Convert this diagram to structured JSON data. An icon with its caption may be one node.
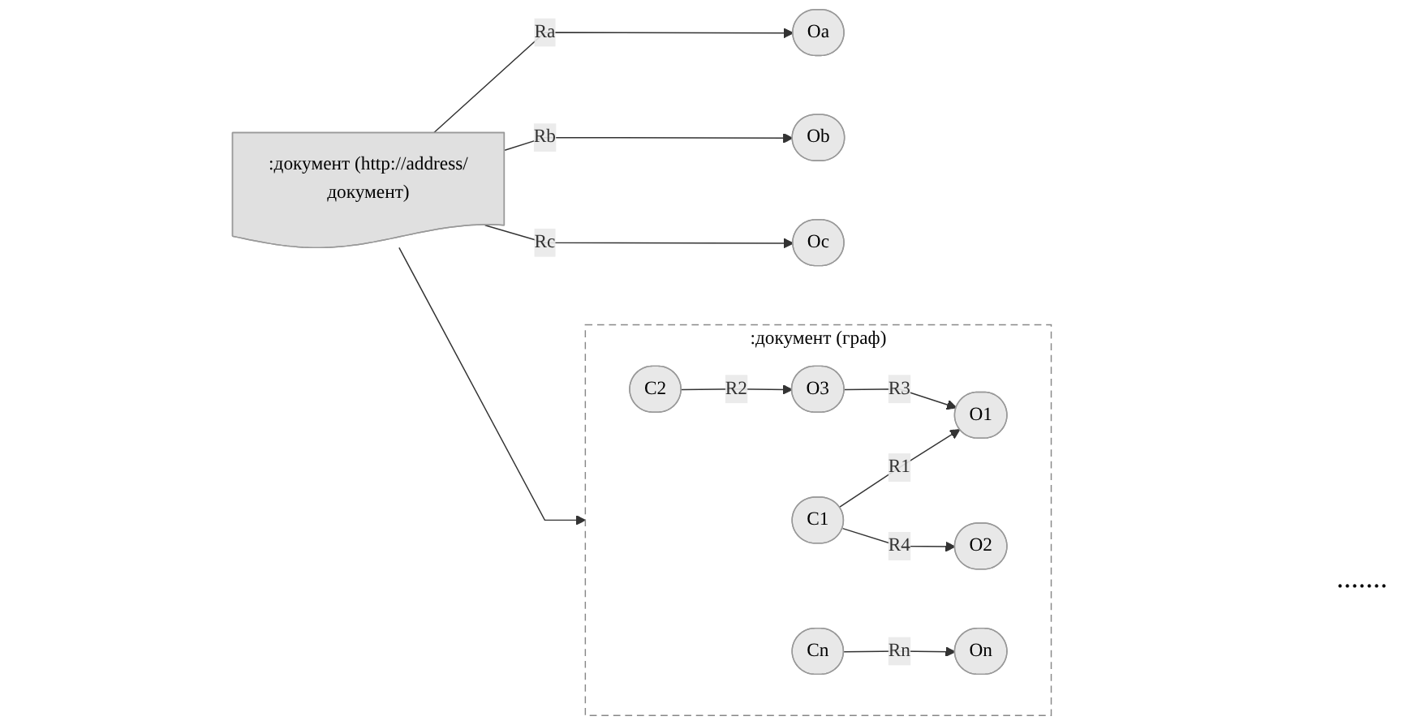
{
  "diagram": {
    "nodes": [
      {
        "text": [
          ":документ (http://address/документ)"
        ]
      },
      {
        "text": [
          ":документ (граф)"
        ]
      },
      {
        "text": [
          "C1"
        ],
        "in": 1
      },
      {
        "text": [
          "O1"
        ],
        "in": 1
      },
      {
        "text": [
          "O3"
        ],
        "in": 1
      },
      {
        "text": [
          "C2"
        ],
        "in": 1
      },
      {
        "text": [
          "O2"
        ],
        "in": 1
      },
      {
        "text": [
          "Cn"
        ],
        "in": 1
      },
      {
        "text": [
          "On"
        ],
        "in": 1
      },
      {
        "text": [
          "Oa"
        ]
      },
      {
        "text": [
          "Ob"
        ]
      },
      {
        "text": [
          "Oc"
        ]
      }
    ],
    "edges": [
      {
        "from": 0,
        "to": 1,
        "arrow": "to"
      },
      {
        "from": 0,
        "to": 9,
        "arrow": "to",
        "label": "Ra"
      },
      {
        "from": 0,
        "to": 10,
        "arrow": "to",
        "label": "Rb"
      },
      {
        "from": 0,
        "to": 11,
        "arrow": "to",
        "label": "Rc"
      },
      {
        "from": 2,
        "to": 3,
        "arrow": "to",
        "label": "R1"
      },
      {
        "from": 4,
        "to": 3,
        "arrow": "to",
        "label": "R3"
      },
      {
        "from": 5,
        "to": 4,
        "arrow": "to",
        "label": "R2"
      },
      {
        "from": 2,
        "to": 6,
        "arrow": "to",
        "label": "R4"
      },
      {
        "from": 7,
        "to": 8,
        "arrow": "to",
        "label": "Rn"
      }
    ],
    "labels": [
      "......."
    ]
  }
}
